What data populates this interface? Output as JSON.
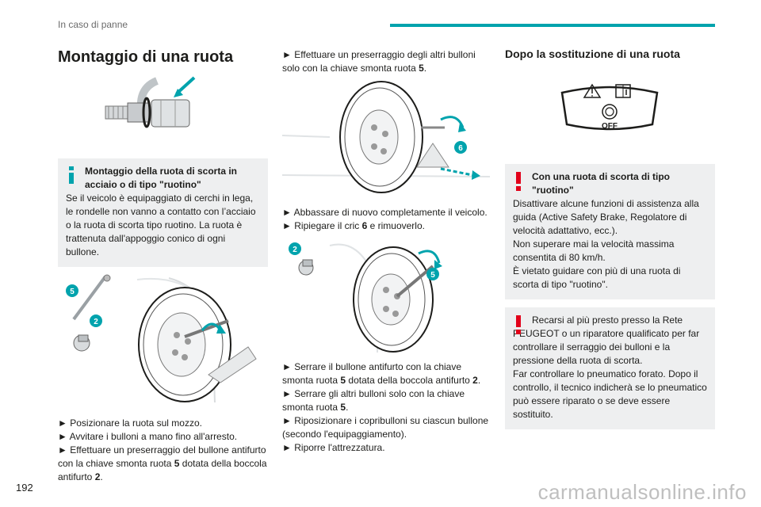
{
  "header": {
    "section": "In caso di panne"
  },
  "page_number": "192",
  "footer": {
    "watermark": "carmanualsonline.info"
  },
  "colors": {
    "accent": "#00a3ad",
    "warning": "#e2001a",
    "note_bg": "#eeeff0"
  },
  "col1": {
    "title": "Montaggio di una ruota",
    "note": {
      "icon": "info-icon",
      "title": "Montaggio della ruota di scorta in acciaio o di tipo \"ruotino\"",
      "text": "Se il veicolo è equipaggiato di cerchi in lega, le rondelle non vanno a contatto con l’acciaio o la ruota di scorta tipo ruotino. La ruota è trattenuta dall'appoggio conico di ogni bullone."
    },
    "fig_labels": [
      "5",
      "2"
    ],
    "steps": [
      {
        "arrow": "►",
        "text": "Posizionare la ruota sul mozzo."
      },
      {
        "arrow": "►",
        "text": "Avvitare i bulloni a mano fino all'arresto."
      },
      {
        "arrow": "►",
        "pre": "Effettuare un preserraggio del bullone antifurto con la chiave smonta ruota ",
        "b1": "5",
        "mid": " dotata della boccola antifurto ",
        "b2": "2",
        "post": "."
      }
    ]
  },
  "col2": {
    "step_top": {
      "arrow": "►",
      "pre": "Effettuare un preserraggio degli altri bulloni solo con la chiave smonta ruota ",
      "b1": "5",
      "post": "."
    },
    "fig1_label": "6",
    "steps_mid": [
      {
        "arrow": "►",
        "text": "Abbassare di nuovo completamente il veicolo."
      },
      {
        "arrow": "►",
        "pre": "Ripiegare il cric ",
        "b1": "6",
        "post": " e rimuoverlo."
      }
    ],
    "fig2_labels": [
      "2",
      "5"
    ],
    "steps_bottom": [
      {
        "arrow": "►",
        "pre": "Serrare il bullone antifurto con la chiave smonta ruota ",
        "b1": "5",
        "mid": " dotata della boccola antifurto ",
        "b2": "2",
        "post": "."
      },
      {
        "arrow": "►",
        "pre": "Serrare gli altri bulloni solo con la chiave smonta ruota ",
        "b1": "5",
        "post": "."
      },
      {
        "arrow": "►",
        "text": "Riposizionare i copribulloni su ciascun bullone (secondo l'equipaggiamento)."
      },
      {
        "arrow": "►",
        "text": "Riporre l'attrezzatura."
      }
    ]
  },
  "col3": {
    "title": "Dopo la sostituzione di una ruota",
    "panel_off": "OFF",
    "warn1": {
      "icon": "exclamation-icon",
      "title": "Con una ruota di scorta di tipo \"ruotino\"",
      "lines": [
        "Disattivare alcune funzioni di assistenza alla guida (Active Safety Brake, Regolatore di velocità adattativo, ecc.).",
        "Non superare mai la velocità massima consentita di 80 km/h.",
        "È vietato guidare con più di una ruota di scorta di tipo \"ruotino\"."
      ]
    },
    "warn2": {
      "icon": "exclamation-icon",
      "first": "Recarsi al più presto presso la Rete PEUGEOT o un riparatore qualificato per far controllare il serraggio dei bulloni e la pressione della ruota di scorta.",
      "second": "Far controllare lo pneumatico forato. Dopo il controllo, il tecnico indicherà se lo pneumatico può essere riparato o se deve essere sostituito."
    }
  }
}
